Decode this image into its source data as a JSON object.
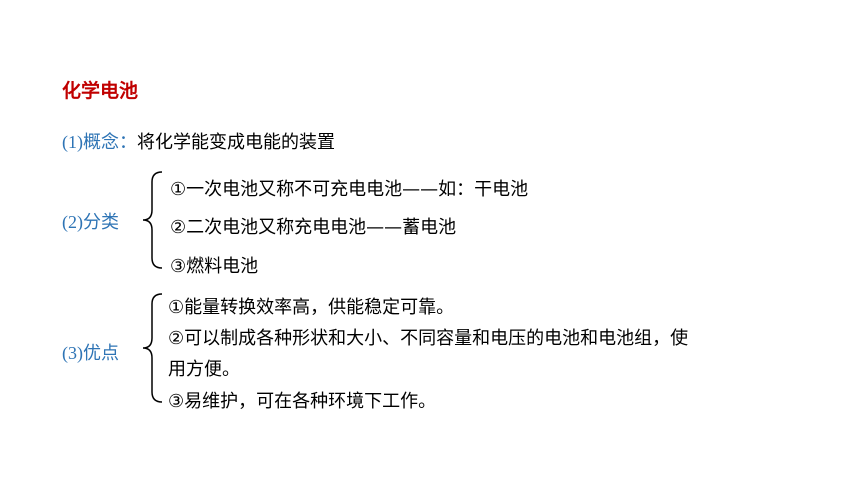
{
  "title": "化学电池",
  "concept": {
    "num": "(1)",
    "label": "概念",
    "separator": "：",
    "text": "将化学能变成电能的装置"
  },
  "classification": {
    "num": "(2)",
    "label": "分类",
    "items": [
      "①一次电池又称不可充电电池——如：干电池",
      "②二次电池又称充电电池——蓄电池",
      "③燃料电池"
    ]
  },
  "advantages": {
    "num": "(3)",
    "label": "优点",
    "lines": [
      "①能量转换效率高，供能稳定可靠。",
      "②可以制成各种形状和大小、不同容量和电压的电池和电池组，使",
      "用方便。",
      "③易维护，可在各种环境下工作。"
    ]
  },
  "colors": {
    "title": "#c00000",
    "label": "#2e74b5",
    "text": "#000000"
  }
}
